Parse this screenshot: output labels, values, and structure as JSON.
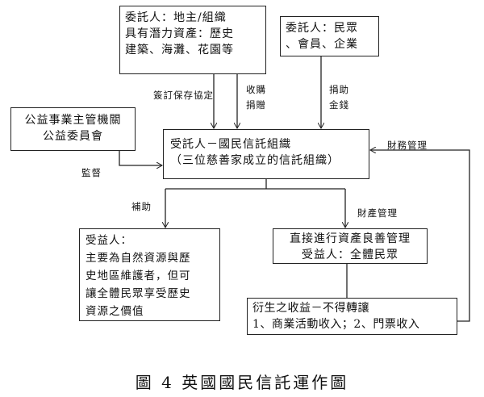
{
  "boxes": {
    "settlor_landowner": [
      "委託人：地主/組織",
      "具有潛力資產：歷史",
      "建築、海灘、花園等"
    ],
    "settlor_public": [
      "委託人：民眾",
      "、會員、企業"
    ],
    "regulator": [
      "公益事業主管機關",
      "公益委員會"
    ],
    "trustee": [
      "受託人－國民信託組織",
      "（三位慈善家成立的信託組織）"
    ],
    "beneficiary": [
      "受益人：",
      "主要為自然資源與歷",
      "史地區維護者，但可",
      "讓全體民眾享受歷史",
      "資源之價值"
    ],
    "management": [
      "直接進行資產良善管理",
      "受益人：全體民眾"
    ],
    "income": [
      "衍生之收益－不得轉讓",
      "1、商業活動收入；2、門票收入"
    ]
  },
  "labels": {
    "sign_agreement": "簽訂保存協定",
    "purchase": "收購",
    "donate": "捐贈",
    "donate_money_1": "捐助",
    "donate_money_2": "金錢",
    "financial_mgmt": "財務管理",
    "supervise": "監督",
    "subsidy": "補助",
    "property_mgmt": "財產管理"
  },
  "caption": "圖 4  英國國民信託運作圖"
}
